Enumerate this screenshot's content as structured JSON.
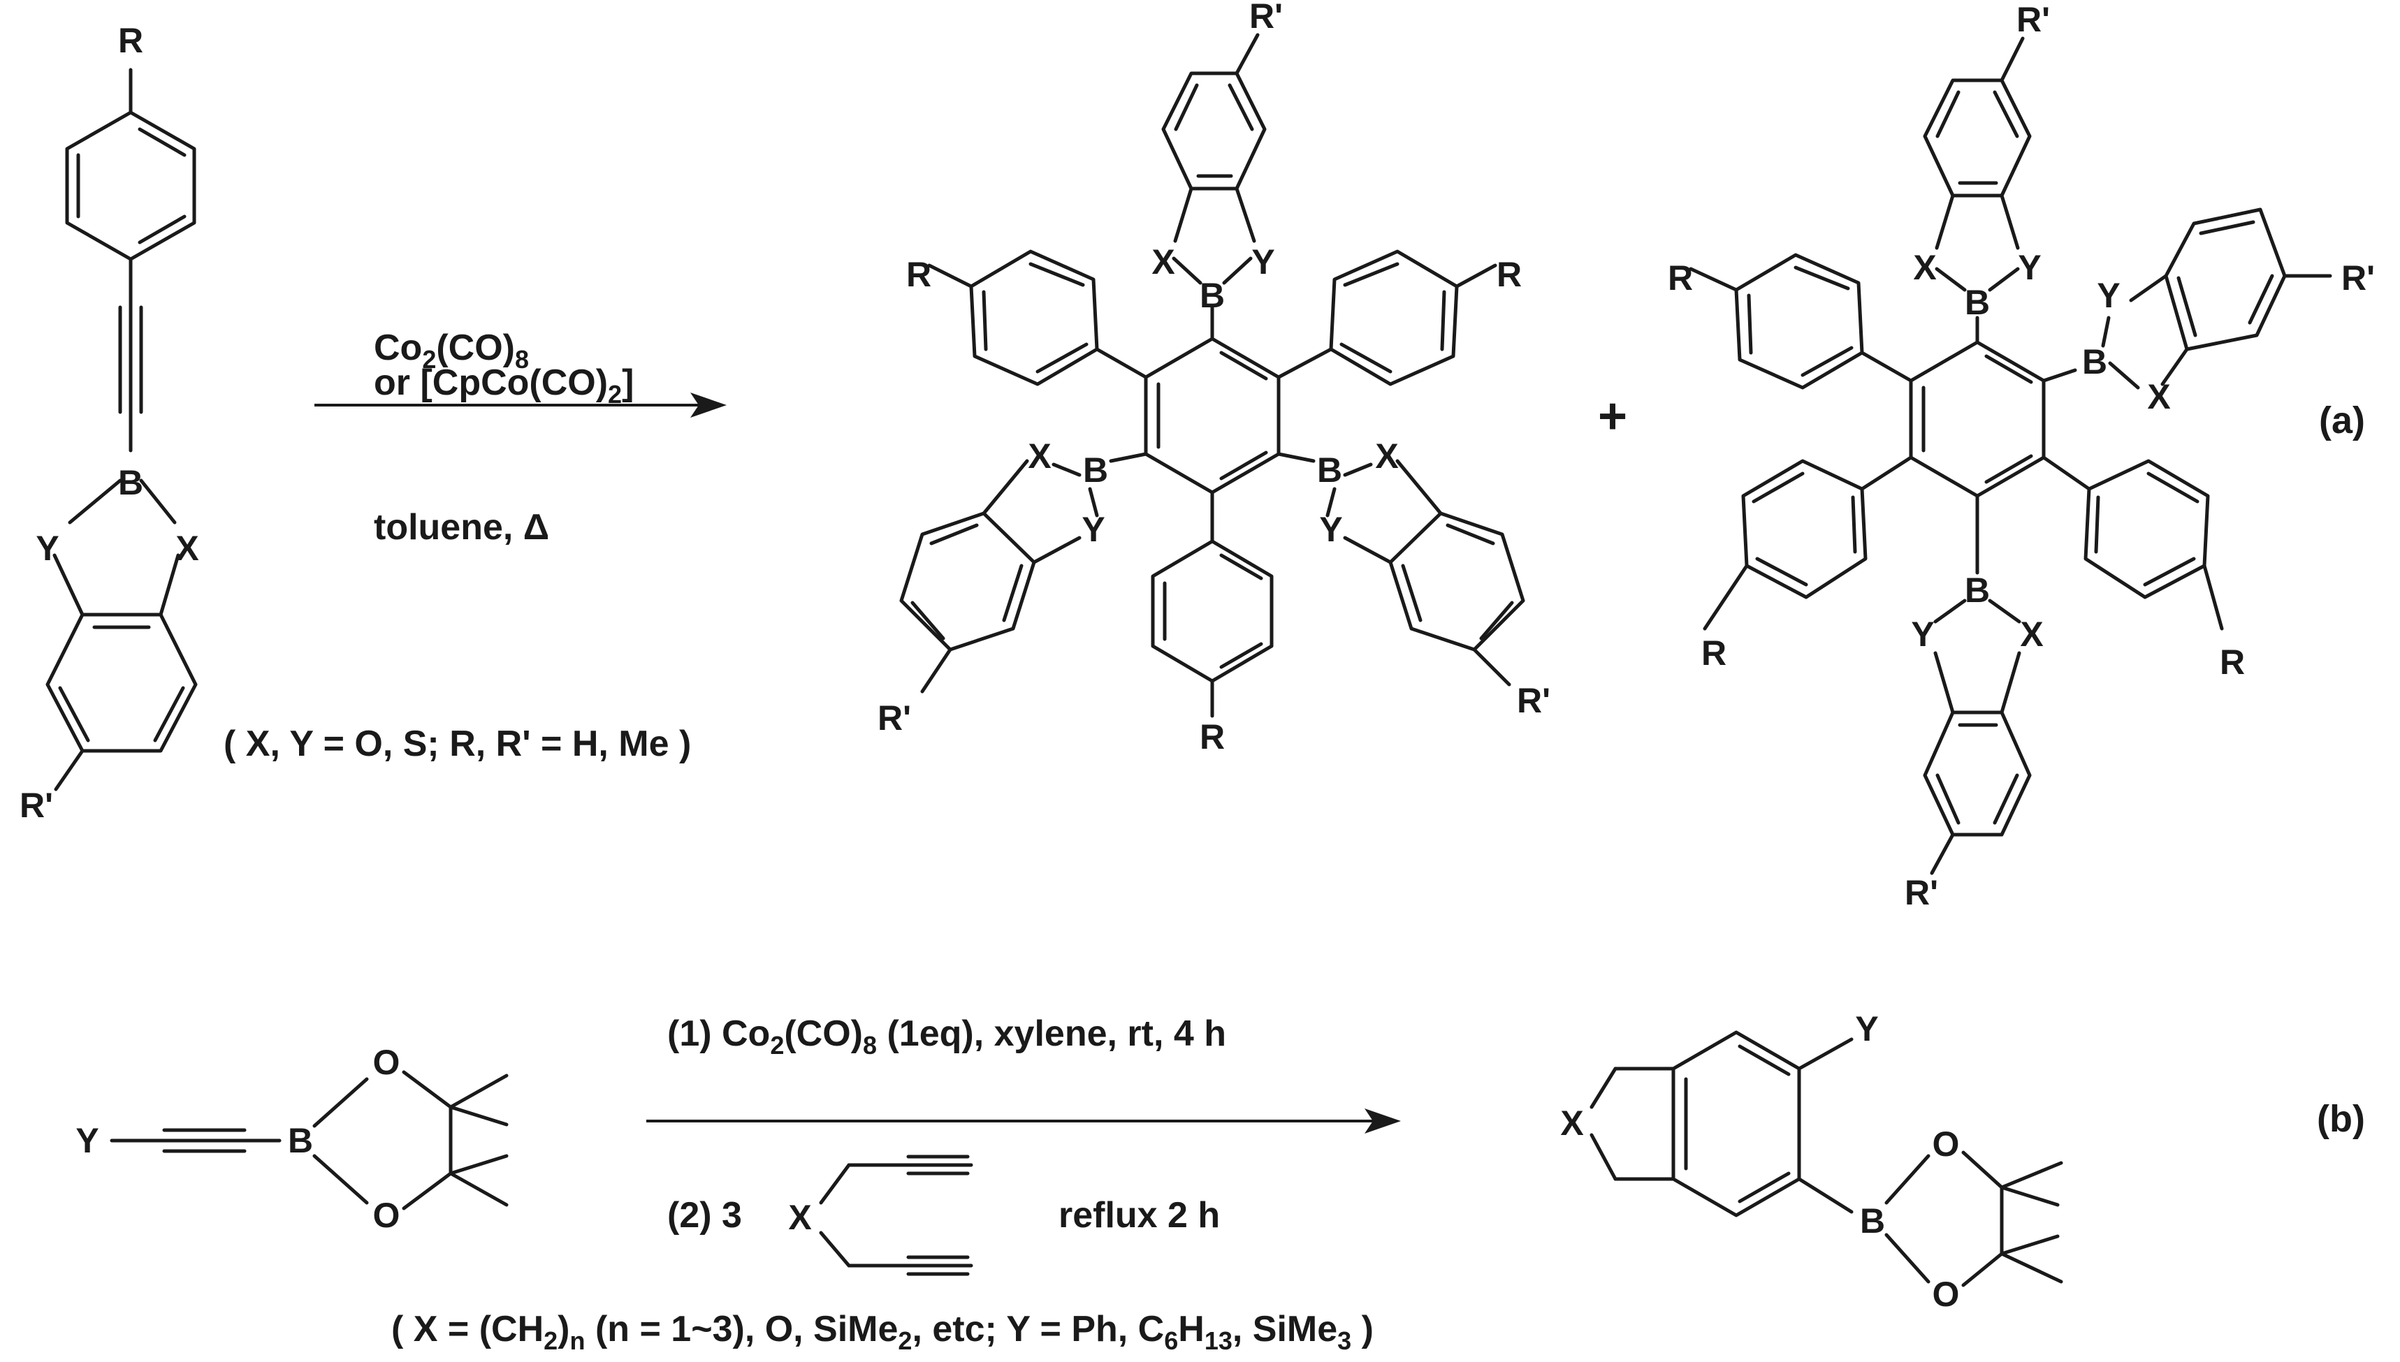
{
  "scheme_a": {
    "conditions": {
      "line1_main": "Co",
      "line1_sub1": "2",
      "line1_mid": "(CO)",
      "line1_sub2": "8",
      "line2_main": "or [CpCo(CO)",
      "line2_sub": "2",
      "line2_end": "]",
      "line3": "toluene, Δ"
    },
    "note": "( X, Y = O, S; R, R' = H, Me )",
    "plus": "+",
    "panel": "(a)"
  },
  "scheme_b": {
    "conditions": {
      "step1_a": "(1) Co",
      "step1_sub1": "2",
      "step1_b": "(CO)",
      "step1_sub2": "8",
      "step1_c": " (1eq), xylene, rt, 4 h",
      "step2": "(2) 3",
      "step2_end": "reflux 2 h"
    },
    "note": {
      "a": "( X = (CH",
      "a_sub": "2",
      "b": ")",
      "b_sub": "n",
      "c": " (n = 1~3), O, SiMe",
      "c_sub": "2",
      "d": ", etc; Y = Ph, C",
      "d_sub": "6",
      "e": "H",
      "e_sub": "13",
      "f": ", SiMe",
      "f_sub": "3",
      "g": " )"
    },
    "panel": "(b)"
  },
  "atoms": {
    "R": "R",
    "Rp": "R'",
    "X": "X",
    "Y": "Y",
    "B": "B",
    "O": "O"
  }
}
